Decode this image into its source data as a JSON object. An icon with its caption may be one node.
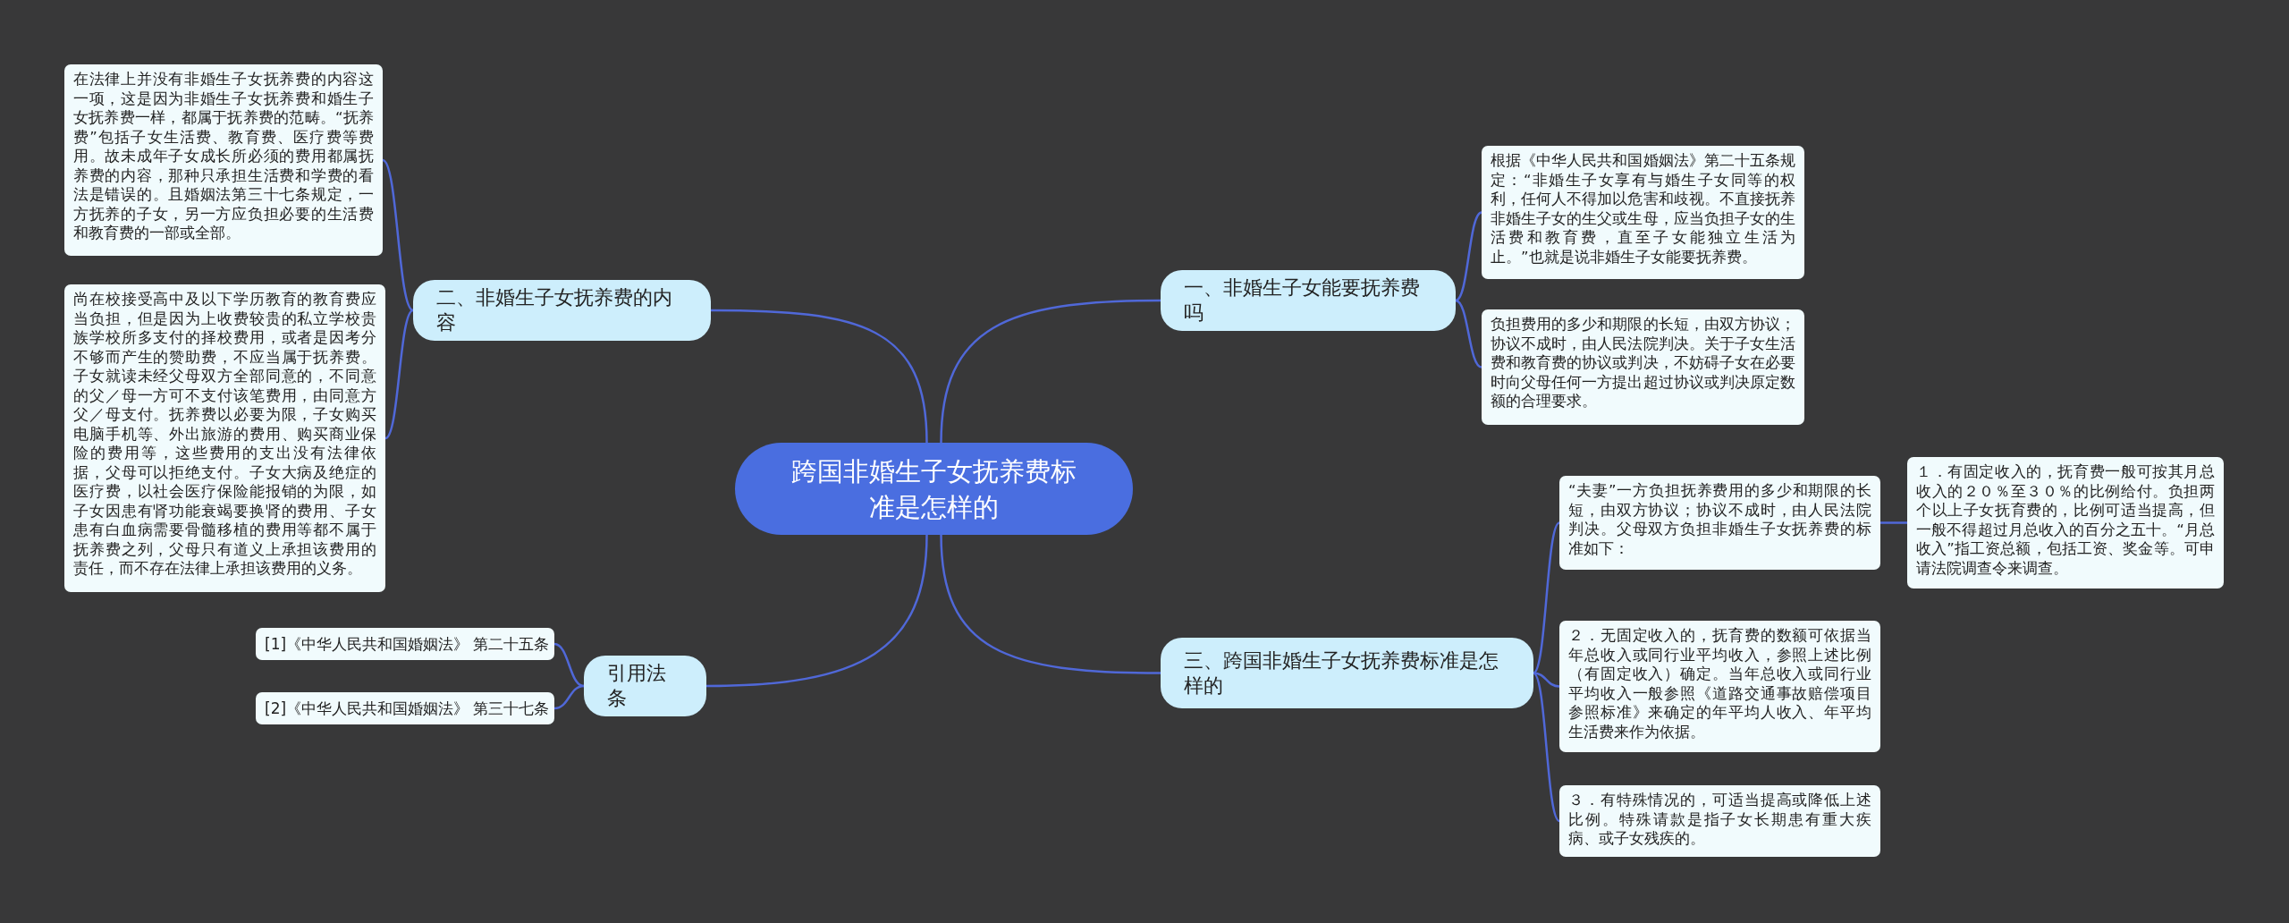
{
  "diagram": {
    "nodes": [
      {
        "text": [
          "跨国非婚生子女抚养费标准是怎样的"
        ]
      },
      {
        "text": [
          "一、非婚生子女能要抚养费吗"
        ]
      },
      {
        "text": [
          "根据《中华人民共和国婚姻法》第二十五条规定：“非婚生子女享有与婚生子女同等的权利，任何人不得加以危害和歧视。不直接抚养非婚生子女的生父或生母，应当负担子女的生活费和教育费，直至子女能独立生活为止。”也就是说非婚生子女能要抚养费。"
        ]
      },
      {
        "text": [
          "负担费用的多少和期限的长短，由双方协议；协议不成时，由人民法院判决。关于子女生活费和教育费的协议或判决，不妨碍子女在必要时向父母任何一方提出超过协议或判决原定数额的合理要求。"
        ]
      },
      {
        "text": [
          "二、非婚生子女抚养费的内容"
        ]
      },
      {
        "text": [
          "在法律上并没有非婚生子女抚养费的内容这一项，这是因为非婚生子女抚养费和婚生子女抚养费一样，都属于抚养费的范畴。“抚养费”包括子女生活费、教育费、医疗费等费用。故未成年子女成长所必须的费用都属抚养费的内容，那种只承担生活费和学费的看法是错误的。且婚姻法第三十七条规定，一方抚养的子女，另一方应负担必要的生活费和教育费的一部或全部。"
        ]
      },
      {
        "text": [
          "尚在校接受高中及以下学历教育的教育费应当负担，但是因为上收费较贵的私立学校贵族学校所多支付的择校费用，或者是因考分不够而产生的赞助费，不应当属于抚养费。子女就读未经父母双方全部同意的，不同意的父／母一方可不支付该笔费用，由同意方父／母支付。抚养费以必要为限，子女购买电脑手机等、外出旅游的费用、购买商业保险的费用等，这些费用的支出没有法律依据，父母可以拒绝支付。子女大病及绝症的医疗费，以社会医疗保险能报销的为限，如子女因患有肾功能衰竭要换肾的费用、子女患有白血病需要骨髓移植的费用等都不属于抚养费之列，父母只有道义上承担该费用的责任，而不存在法律上承担该费用的义务。"
        ]
      },
      {
        "text": [
          "三、跨国非婚生子女抚养费标准是怎样的"
        ]
      },
      {
        "text": [
          "“夫妻”一方负担抚养费用的多少和期限的长短，由双方协议；协议不成时，由人民法院判决。父母双方负担非婚生子女抚养费的标准如下："
        ]
      },
      {
        "text": [
          "１．有固定收入的，抚育费一般可按其月总收入的２０％至３０％的比例给付。负担两个以上子女抚育费的，比例可适当提高，但一般不得超过月总收入的百分之五十。“月总收入”指工资总额，包括工资、奖金等。可申请法院调查令来调查。"
        ]
      },
      {
        "text": [
          "２．无固定收入的，抚育费的数额可依据当年总收入或同行业平均收入，参照上述比例（有固定收入）确定。当年总收入或同行业平均收入一般参照《道路交通事故赔偿项目参照标准》来确定的年平均人收入、年平均生活费来作为依据。"
        ]
      },
      {
        "text": [
          "３．有特殊情况的，可适当提高或降低上述比例。特殊请款是指子女长期患有重大疾病、或子女残疾的。"
        ]
      },
      {
        "text": [
          "引用法条"
        ]
      },
      {
        "text": [
          "[1]《中华人民共和国婚姻法》 第二十五条"
        ]
      },
      {
        "text": [
          "[2]《中华人民共和国婚姻法》 第三十七条"
        ]
      }
    ],
    "edges": [
      {
        "from": 0,
        "to": 1,
        "arrow": "none"
      },
      {
        "from": 0,
        "to": 4,
        "arrow": "none"
      },
      {
        "from": 0,
        "to": 7,
        "arrow": "none"
      },
      {
        "from": 0,
        "to": 12,
        "arrow": "none"
      },
      {
        "from": 1,
        "to": 2,
        "arrow": "none"
      },
      {
        "from": 1,
        "to": 3,
        "arrow": "none"
      },
      {
        "from": 4,
        "to": 5,
        "arrow": "none"
      },
      {
        "from": 4,
        "to": 6,
        "arrow": "none"
      },
      {
        "from": 7,
        "to": 8,
        "arrow": "none"
      },
      {
        "from": 7,
        "to": 10,
        "arrow": "none"
      },
      {
        "from": 7,
        "to": 11,
        "arrow": "none"
      },
      {
        "from": 8,
        "to": 9,
        "arrow": "none"
      },
      {
        "from": 12,
        "to": 13,
        "arrow": "none"
      },
      {
        "from": 12,
        "to": 14,
        "arrow": "none"
      }
    ]
  }
}
